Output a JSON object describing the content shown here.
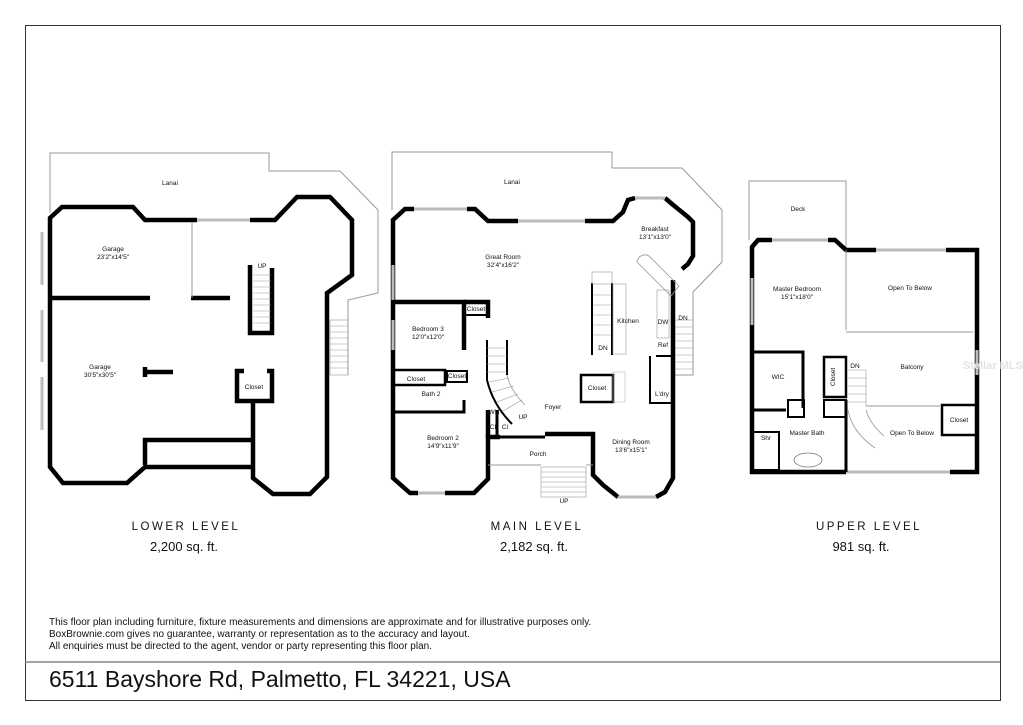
{
  "levels": [
    {
      "name": "LOWER LEVEL",
      "area": "2,200 sq. ft.",
      "rooms": {
        "lanai": "Lanai",
        "garage1": "Garage",
        "garage1_dims": "23'2\"x14'5\"",
        "garage2": "Garage",
        "garage2_dims": "30'5\"x30'5\"",
        "closet": "Closet",
        "up": "UP"
      }
    },
    {
      "name": "MAIN LEVEL",
      "area": "2,182 sq. ft.",
      "rooms": {
        "lanai": "Lanai",
        "great_room": "Great Room",
        "great_room_dims": "32'4\"x16'2\"",
        "breakfast": "Breakfast",
        "breakfast_dims": "13'1\"x13'0\"",
        "kitchen": "Kitchen",
        "bedroom3": "Bedroom 3",
        "bedroom3_dims": "12'0\"x12'0\"",
        "closet_bed3": "Closet",
        "closet_a": "Closet",
        "closet_b": "Closet",
        "bath2": "Bath 2",
        "bedroom2": "Bedroom 2",
        "bedroom2_dims": "14'9\"x11'9\"",
        "wh": "WH",
        "cl1": "Cl",
        "cl2": "Cl",
        "up_stair": "UP",
        "foyer": "Foyer",
        "porch": "Porch",
        "porch_up": "UP",
        "dining": "Dining Room",
        "dining_dims": "13'6\"x15'1\"",
        "laundry": "L'dry",
        "ref": "Ref",
        "dw": "DW",
        "dn_inner": "DN",
        "dn_outer": "DN",
        "closet_foyer": "Closet"
      }
    },
    {
      "name": "UPPER LEVEL",
      "area": "981 sq. ft.",
      "rooms": {
        "deck": "Deck",
        "master_bedroom": "Master Bedroom",
        "master_bedroom_dims": "15'1\"x18'0\"",
        "open_below1": "Open To Below",
        "balcony": "Balcony",
        "wic": "WIC",
        "closet1": "Closet",
        "dn": "DN",
        "master_bath": "Master Bath",
        "shower": "Shr",
        "open_below2": "Open To Below",
        "closet2": "Closet"
      }
    }
  ],
  "disclaimer": [
    "This floor plan including furniture, fixture measurements and dimensions are approximate and for illustrative purposes only.",
    "BoxBrownie.com gives no guarantee, warranty or representation as to the accuracy and layout.",
    "All enquiries must be directed to the agent, vendor or party representing this floor plan."
  ],
  "address": "6511 Bayshore Rd, Palmetto, FL 34221, USA",
  "watermark": "Stellar MLS"
}
